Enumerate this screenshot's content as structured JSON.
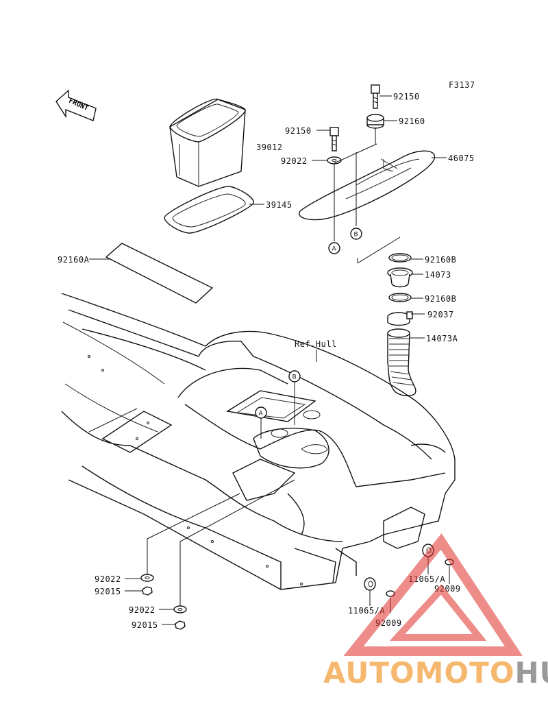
{
  "figure_code": "F3137",
  "front_arrow_label": "FRONT",
  "ref_label": "Ref.Hull",
  "callouts": {
    "a": "A",
    "b": "B"
  },
  "parts": {
    "p92150_top": "92150",
    "p92160": "92160",
    "p92150": "92150",
    "p39012": "39012",
    "p92022_top": "92022",
    "p46075": "46075",
    "p39145": "39145",
    "p92160A": "92160A",
    "p92160B_1": "92160B",
    "p14073": "14073",
    "p92160B_2": "92160B",
    "p92037": "92037",
    "p14073A": "14073A",
    "p92022_a": "92022",
    "p92015_a": "92015",
    "p92022_b": "92022",
    "p92015_b": "92015",
    "p11065A_right": "11065/A",
    "p92009_right": "92009",
    "p11065A_left": "11065/A",
    "p92009_left": "92009"
  },
  "watermark": {
    "part1": "AUTOMOTO",
    "part2": "HUB",
    "color_primary": "#f2a03d",
    "color_secondary": "#777777",
    "triangle_color": "#e0302a"
  }
}
